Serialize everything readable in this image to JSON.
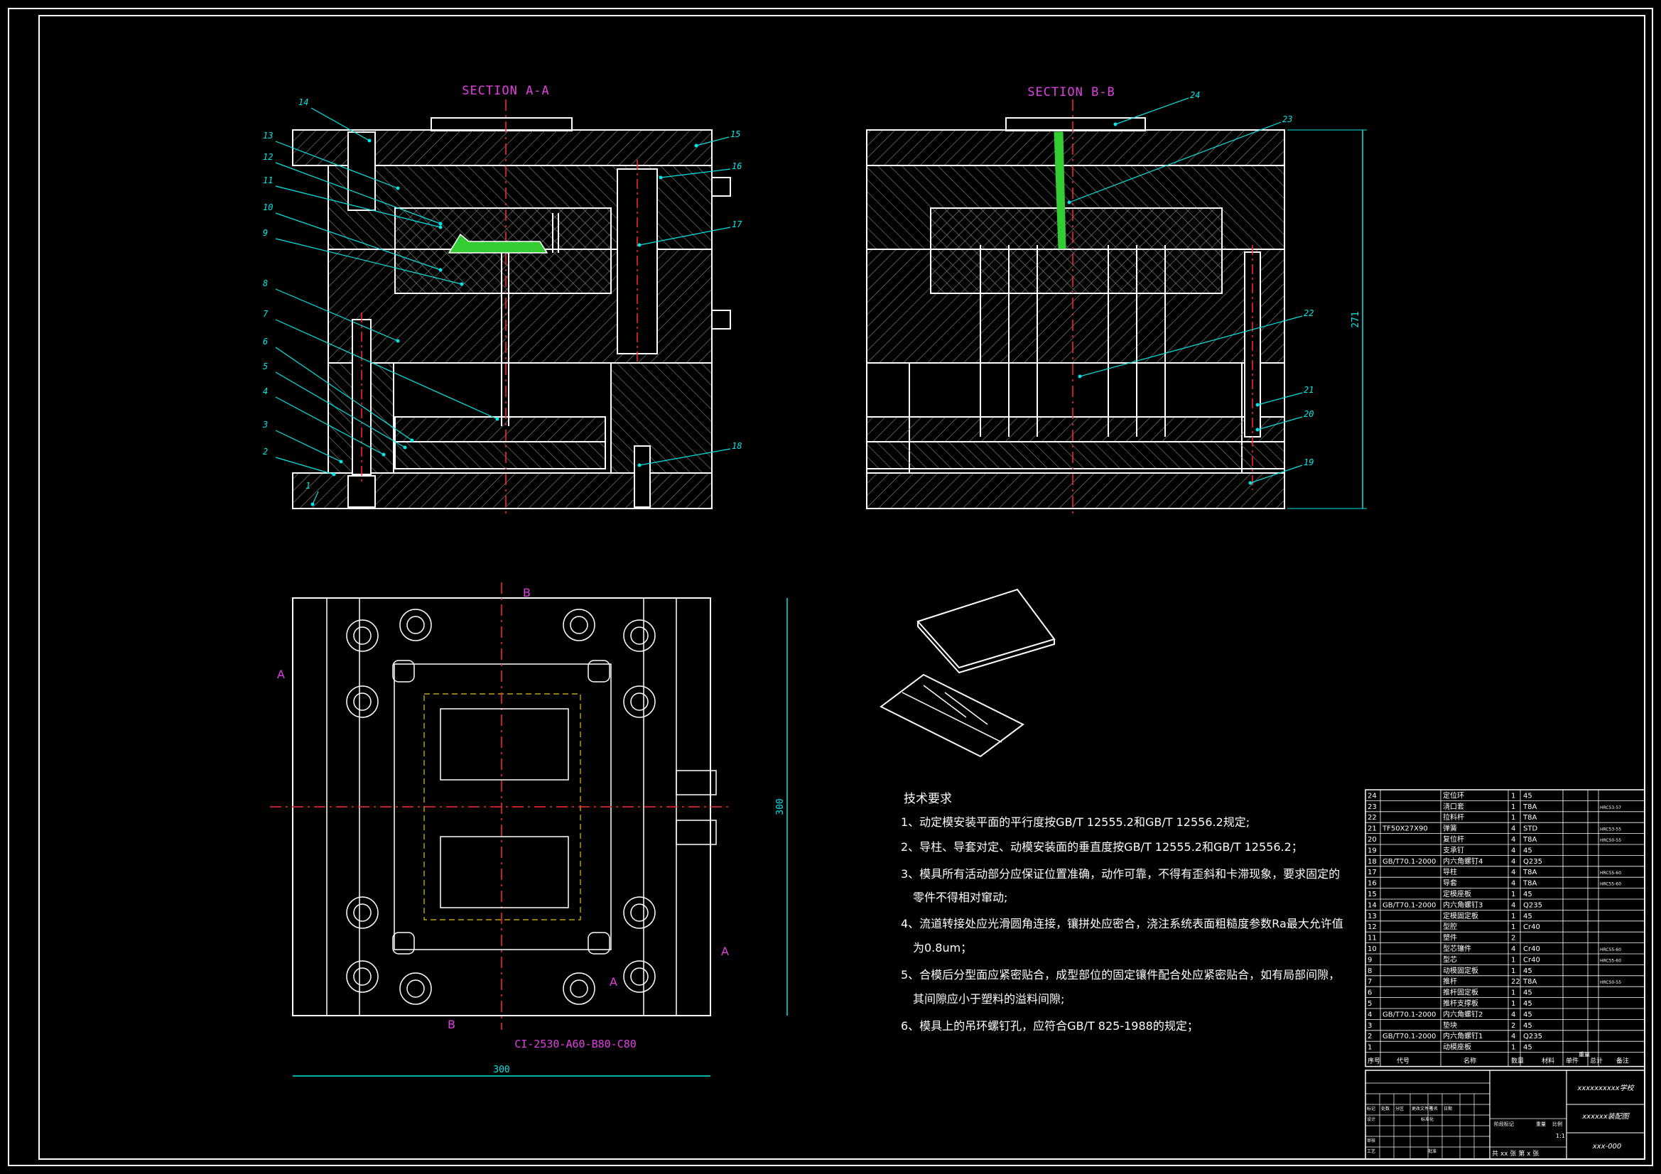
{
  "sections": {
    "a": {
      "title": "SECTION A-A",
      "callouts": [
        "1",
        "2",
        "3",
        "4",
        "5",
        "6",
        "7",
        "8",
        "9",
        "10",
        "11",
        "12",
        "13",
        "14",
        "15",
        "16",
        "17",
        "18"
      ]
    },
    "b": {
      "title": "SECTION B-B",
      "callouts": [
        "19",
        "20",
        "21",
        "22",
        "23",
        "24"
      ],
      "height_dim": "271"
    }
  },
  "plan": {
    "width_dim": "300",
    "height_dim": "300",
    "mold_base_code": "CI-2530-A60-B80-C80",
    "cut_marks": [
      "A",
      "A",
      "A",
      "B",
      "B"
    ]
  },
  "tech_notes": {
    "heading": "技术要求",
    "items": [
      "1、动定模安装平面的平行度按GB/T 12555.2和GB/T 12556.2规定;",
      "2、导柱、导套对定、动模安装面的垂直度按GB/T 12555.2和GB/T 12556.2；",
      "3、模具所有活动部分应保证位置准确，动作可靠，不得有歪斜和卡滞现象，要求固定的",
      "零件不得相对窜动;",
      "4、流道转接处应光滑圆角连接，镶拼处应密合，浇注系统表面粗糙度参数Ra最大允许值",
      "为0.8um；",
      "5、合模后分型面应紧密贴合，成型部位的固定镶件配合处应紧密贴合，如有局部间隙，",
      "其间隙应小于塑料的溢料间隙;",
      "6、模具上的吊环螺钉孔，应符合GB/T 825-1988的规定；"
    ]
  },
  "bom": {
    "rows": [
      {
        "no": "24",
        "std": "",
        "name": "定位环",
        "qty": "1",
        "mat": "45",
        "note": ""
      },
      {
        "no": "23",
        "std": "",
        "name": "浇口套",
        "qty": "1",
        "mat": "T8A",
        "note": "HRC53-57"
      },
      {
        "no": "22",
        "std": "",
        "name": "拉料杆",
        "qty": "1",
        "mat": "T8A",
        "note": ""
      },
      {
        "no": "21",
        "std": "TF50X27X90",
        "name": "弹簧",
        "qty": "4",
        "mat": "STD",
        "note": "HRC53-55"
      },
      {
        "no": "20",
        "std": "",
        "name": "复位杆",
        "qty": "4",
        "mat": "T8A",
        "note": "HRC50-55"
      },
      {
        "no": "19",
        "std": "",
        "name": "支承钉",
        "qty": "4",
        "mat": "45",
        "note": ""
      },
      {
        "no": "18",
        "std": "GB/T70.1-2000",
        "name": "内六角螺钉4",
        "qty": "4",
        "mat": "Q235",
        "note": ""
      },
      {
        "no": "17",
        "std": "",
        "name": "导柱",
        "qty": "4",
        "mat": "T8A",
        "note": "HRC55-60"
      },
      {
        "no": "16",
        "std": "",
        "name": "导套",
        "qty": "4",
        "mat": "T8A",
        "note": "HRC55-60"
      },
      {
        "no": "15",
        "std": "",
        "name": "定模座板",
        "qty": "1",
        "mat": "45",
        "note": ""
      },
      {
        "no": "14",
        "std": "GB/T70.1-2000",
        "name": "内六角螺钉3",
        "qty": "4",
        "mat": "Q235",
        "note": ""
      },
      {
        "no": "13",
        "std": "",
        "name": "定模固定板",
        "qty": "1",
        "mat": "45",
        "note": ""
      },
      {
        "no": "12",
        "std": "",
        "name": "型腔",
        "qty": "1",
        "mat": "Cr40",
        "note": ""
      },
      {
        "no": "11",
        "std": "",
        "name": "塑件",
        "qty": "2",
        "mat": "",
        "note": ""
      },
      {
        "no": "10",
        "std": "",
        "name": "型芯镶件",
        "qty": "4",
        "mat": "Cr40",
        "note": "HRC55-60"
      },
      {
        "no": "9",
        "std": "",
        "name": "型芯",
        "qty": "1",
        "mat": "Cr40",
        "note": "HRC55-60"
      },
      {
        "no": "8",
        "std": "",
        "name": "动模固定板",
        "qty": "1",
        "mat": "45",
        "note": ""
      },
      {
        "no": "7",
        "std": "",
        "name": "推杆",
        "qty": "22",
        "mat": "T8A",
        "note": "HRC50-55"
      },
      {
        "no": "6",
        "std": "",
        "name": "推杆固定板",
        "qty": "1",
        "mat": "45",
        "note": ""
      },
      {
        "no": "5",
        "std": "",
        "name": "推杆支撑板",
        "qty": "1",
        "mat": "45",
        "note": ""
      },
      {
        "no": "4",
        "std": "GB/T70.1-2000",
        "name": "内六角螺钉2",
        "qty": "4",
        "mat": "45",
        "note": ""
      },
      {
        "no": "3",
        "std": "",
        "name": "垫块",
        "qty": "2",
        "mat": "45",
        "note": ""
      },
      {
        "no": "2",
        "std": "GB/T70.1-2000",
        "name": "内六角螺钉1",
        "qty": "4",
        "mat": "Q235",
        "note": ""
      },
      {
        "no": "1",
        "std": "",
        "name": "动模座板",
        "qty": "1",
        "mat": "45",
        "note": ""
      }
    ],
    "header": [
      "序号",
      "代号",
      "名称",
      "数量",
      "材料",
      "单件",
      "总计",
      "备注"
    ],
    "header_weight": "重量"
  },
  "title_block": {
    "school": "xxxxxxxxxx学校",
    "drawing_name": "xxxxxx装配图",
    "drawing_no": "xxx-000",
    "scale": "1:1",
    "sheet_info": "共 xx 张  第 x 张",
    "stage_label": "阶段标记",
    "weight_label": "重量",
    "scale_label": "比例",
    "row_labels": [
      "标记",
      "处数",
      "分区",
      "更改文件号",
      "签名",
      "日期",
      "设计",
      "标准化",
      "审核",
      "工艺",
      "批准"
    ]
  },
  "colors": {
    "bg": "#000000",
    "frame": "#ffffff",
    "hatch": "#8a8a8a",
    "part": "#ffffff",
    "red": "#ff2a2a",
    "callout": "#00e5e5",
    "magenta": "#e040e0",
    "green": "#33cc33",
    "yellow": "#ffff40"
  }
}
